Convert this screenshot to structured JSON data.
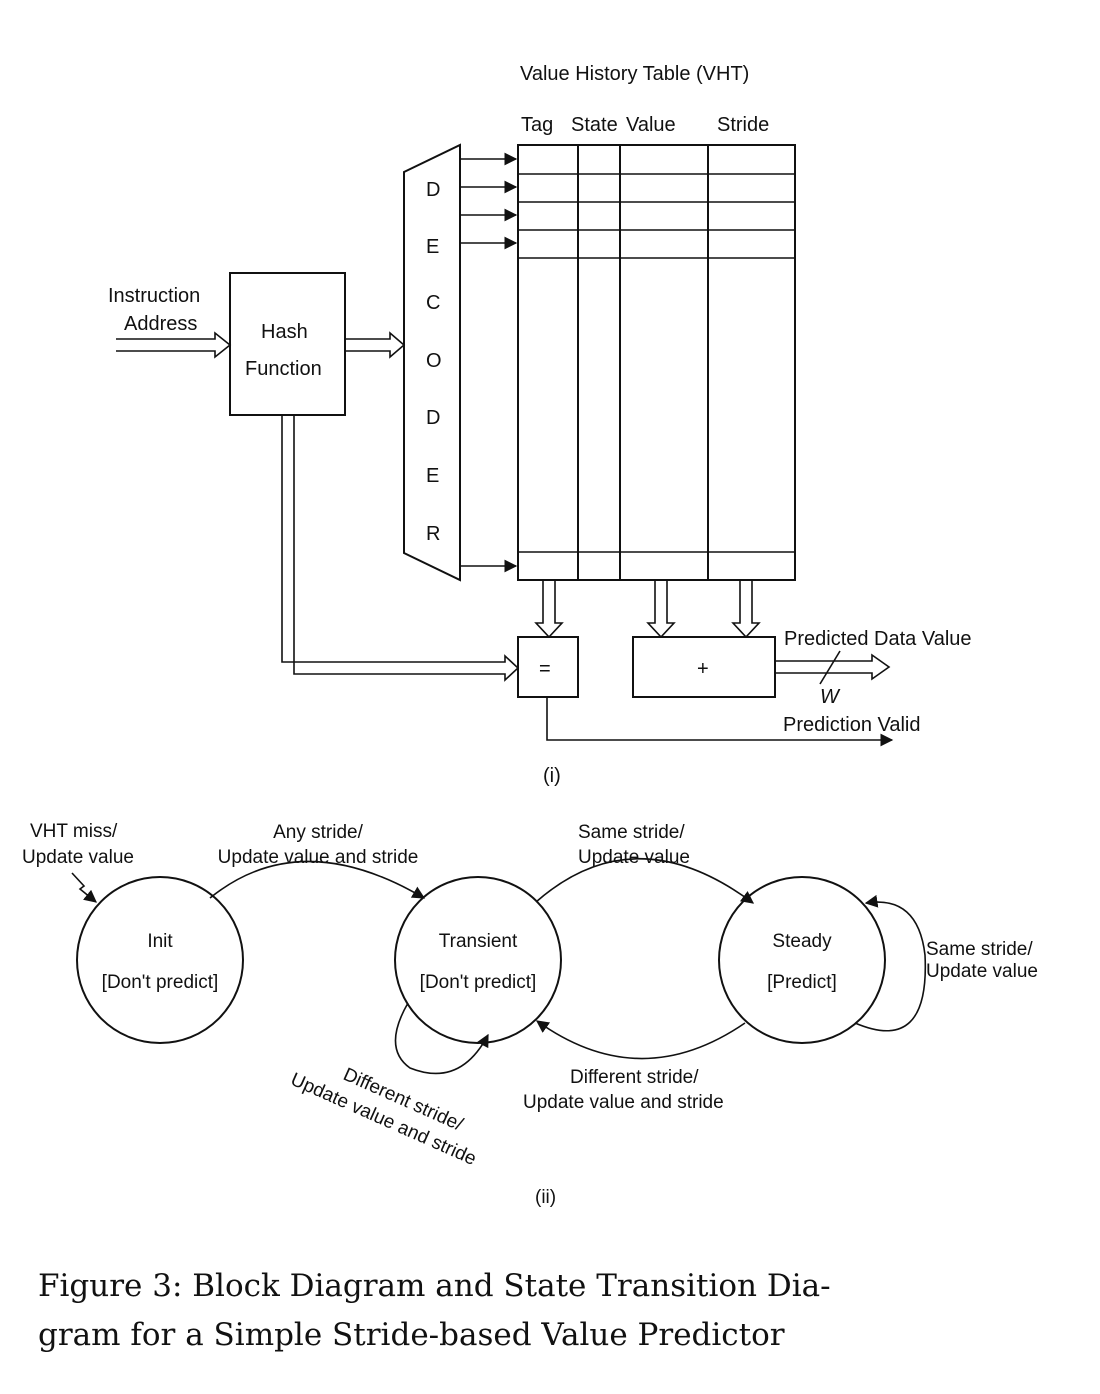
{
  "block_diagram": {
    "vht_title": "Value History Table (VHT)",
    "columns": [
      "Tag",
      "State",
      "Value",
      "Stride"
    ],
    "input_label_line1": "Instruction",
    "input_label_line2": "Address",
    "hash_line1": "Hash",
    "hash_line2": "Function",
    "decoder_letters": [
      "D",
      "E",
      "C",
      "O",
      "D",
      "E",
      "R"
    ],
    "compare_symbol": "=",
    "adder_symbol": "+",
    "output_label": "Predicted Data Value",
    "width_label": "W",
    "valid_label": "Prediction Valid",
    "sublabel": "(i)"
  },
  "state_diagram": {
    "states": [
      {
        "name": "Init",
        "action": "[Don't predict]"
      },
      {
        "name": "Transient",
        "action": "[Don't predict]"
      },
      {
        "name": "Steady",
        "action": "[Predict]"
      }
    ],
    "transitions": {
      "entry_line1": "VHT miss/",
      "entry_line2": "Update value",
      "init_to_transient_line1": "Any stride/",
      "init_to_transient_line2": "Update value and stride",
      "transient_to_steady_line1": "Same stride/",
      "transient_to_steady_line2": "Update value",
      "steady_self_line1": "Same stride/",
      "steady_self_line2": "Update value",
      "steady_to_transient_line1": "Different stride/",
      "steady_to_transient_line2": "Update value and stride",
      "transient_self_line1": "Different stride/",
      "transient_self_line2": "Update value and stride"
    },
    "sublabel": "(ii)"
  },
  "caption": {
    "line1": "Figure 3:  Block Diagram and State Transition Dia-",
    "line2": "gram for a Simple Stride-based Value Predictor"
  }
}
